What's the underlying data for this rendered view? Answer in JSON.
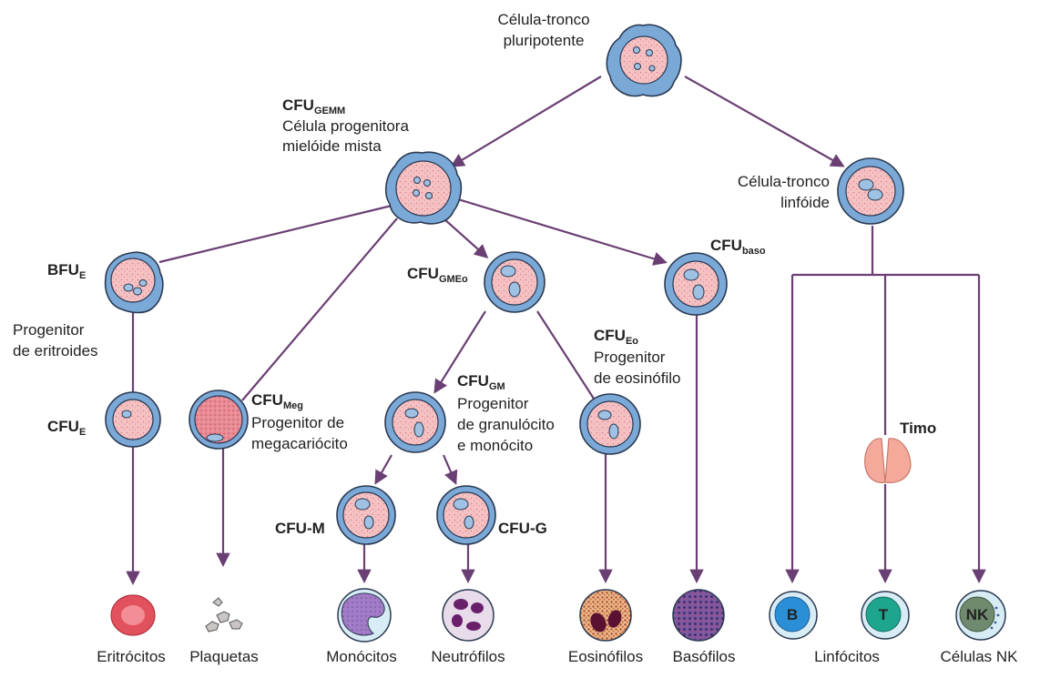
{
  "colors": {
    "arrow": "#6a3f73",
    "cell_membrane": "#7aa9d8",
    "cell_outline": "#2b3a52",
    "cytoplasm": "#f5c6c8",
    "nucleus": "#9fc1e3",
    "background": "#ffffff"
  },
  "labels": {
    "stem_cell": [
      "Célula-tronco",
      "pluripotente"
    ],
    "cfu_gemm": {
      "main": "CFU",
      "sub": "GEMM",
      "lines": [
        "Célula progenitora",
        "mielóide mista"
      ]
    },
    "lymphoid_stem": [
      "Célula-tronco",
      "linfóide"
    ],
    "bfu_e": {
      "main": "BFU",
      "sub": "E",
      "lines": [
        "Progenitor",
        "de eritroides"
      ]
    },
    "cfu_gmeo": {
      "main": "CFU",
      "sub": "GMEo"
    },
    "cfu_baso": {
      "main": "CFU",
      "sub": "baso"
    },
    "cfu_eo": {
      "main": "CFU",
      "sub": "Eo",
      "lines": [
        "Progenitor",
        "de eosinófilo"
      ]
    },
    "cfu_gm": {
      "main": "CFU",
      "sub": "GM",
      "lines": [
        "Progenitor",
        "de granulócito",
        "e monócito"
      ]
    },
    "cfu_meg": {
      "main": "CFU",
      "sub": "Meg",
      "lines": [
        "Progenitor de",
        "megacariócito"
      ]
    },
    "cfu_e": {
      "main": "CFU",
      "sub": "E"
    },
    "cfu_m": "CFU-M",
    "cfu_g": "CFU-G",
    "thymus": "Timo",
    "b_cell": "B",
    "t_cell": "T",
    "nk_cell": "NK"
  },
  "bottom_labels": {
    "erythrocytes": "Eritrócitos",
    "platelets": "Plaquetas",
    "monocytes": "Monócitos",
    "neutrophils": "Neutrófilos",
    "eosinophils": "Eosinófilos",
    "basophils": "Basófilos",
    "lymphocytes": "Linfócitos",
    "nk_cells": "Células NK"
  }
}
